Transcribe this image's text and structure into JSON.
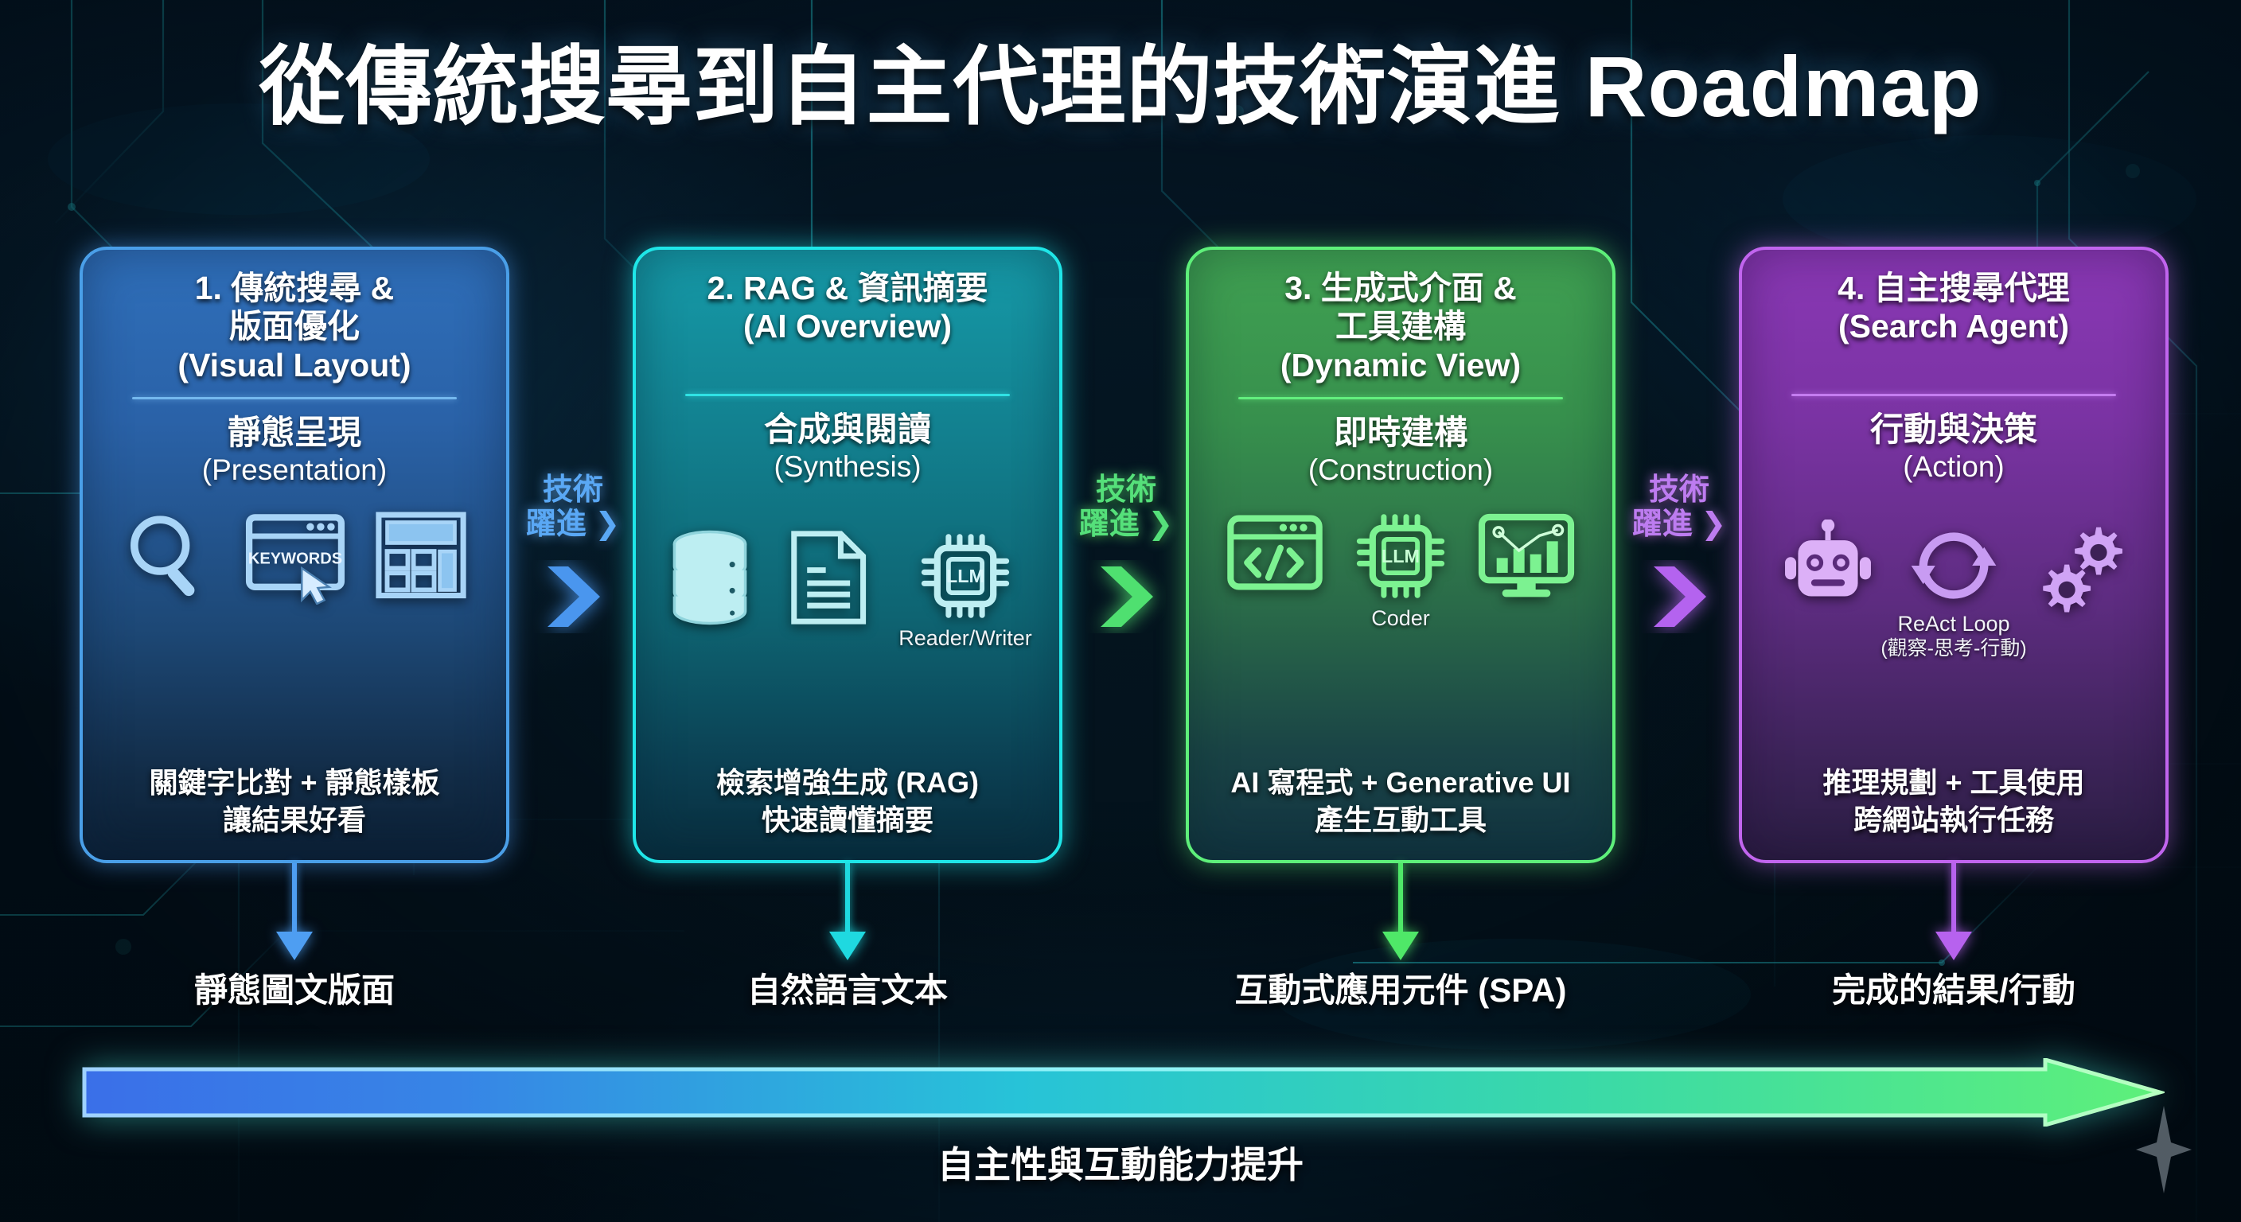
{
  "title": "從傳統搜尋到自主代理的技術演進 Roadmap",
  "colors": {
    "stage1": "#4a9fe8",
    "stage2": "#1fe6e8",
    "stage3": "#5ef07a",
    "stage4": "#c165ee",
    "background": "#03121f"
  },
  "stages": [
    {
      "head_line1": "1. 傳統搜尋 &",
      "head_line2": "版面優化",
      "head_line3": "(Visual Layout)",
      "phase_cn": "靜態呈現",
      "phase_en": "(Presentation)",
      "icons": [
        {
          "name": "magnifier-icon",
          "label": ""
        },
        {
          "name": "keywords-browser-icon",
          "label": "",
          "inner_text": "KEYWORDS"
        },
        {
          "name": "layout-grid-icon",
          "label": ""
        }
      ],
      "desc_line1": "關鍵字比對 + 靜態樣板",
      "desc_line2": "讓結果好看",
      "output": "靜態圖文版面"
    },
    {
      "head_line1": "2. RAG & 資訊摘要",
      "head_line2": "(AI Overview)",
      "head_line3": "",
      "phase_cn": "合成與閱讀",
      "phase_en": "(Synthesis)",
      "icons": [
        {
          "name": "database-icon",
          "label": ""
        },
        {
          "name": "document-icon",
          "label": ""
        },
        {
          "name": "llm-chip-icon",
          "label": "Reader/Writer",
          "inner_text": "LLM"
        }
      ],
      "desc_line1": "檢索增強生成 (RAG)",
      "desc_line2": "快速讀懂摘要",
      "output": "自然語言文本"
    },
    {
      "head_line1": "3. 生成式介面 &",
      "head_line2": "工具建構",
      "head_line3": "(Dynamic View)",
      "phase_cn": "即時建構",
      "phase_en": "(Construction)",
      "icons": [
        {
          "name": "code-window-icon",
          "label": "",
          "inner_text": "</>"
        },
        {
          "name": "llm-chip-icon",
          "label": "Coder",
          "inner_text": "LLM"
        },
        {
          "name": "chart-dashboard-icon",
          "label": ""
        }
      ],
      "desc_line1": "AI 寫程式 + Generative UI",
      "desc_line2": "產生互動工具",
      "output": "互動式應用元件 (SPA)"
    },
    {
      "head_line1": "4. 自主搜尋代理",
      "head_line2": "(Search Agent)",
      "head_line3": "",
      "phase_cn": "行動與決策",
      "phase_en": "(Action)",
      "icons": [
        {
          "name": "robot-icon",
          "label": ""
        },
        {
          "name": "loop-refresh-icon",
          "label": "ReAct Loop",
          "sub_label": "(觀察-思考-行動)"
        },
        {
          "name": "gears-icon",
          "label": ""
        }
      ],
      "desc_line1": "推理規劃 + 工具使用",
      "desc_line2": "跨網站執行任務",
      "output": "完成的結果/行動"
    }
  ],
  "connectors": [
    {
      "line1": "技術",
      "line2": "躍進 ❯",
      "color": "#5aa8f5"
    },
    {
      "line1": "技術",
      "line2": "躍進 ❯",
      "color": "#55e07a"
    },
    {
      "line1": "技術",
      "line2": "躍進 ❯",
      "color": "#bd7cf0"
    }
  ],
  "progress": {
    "caption": "自主性與互動能力提升",
    "gradient_start": "#3a6fe8",
    "gradient_mid": "#27c3d8",
    "gradient_end": "#5ef07a"
  }
}
